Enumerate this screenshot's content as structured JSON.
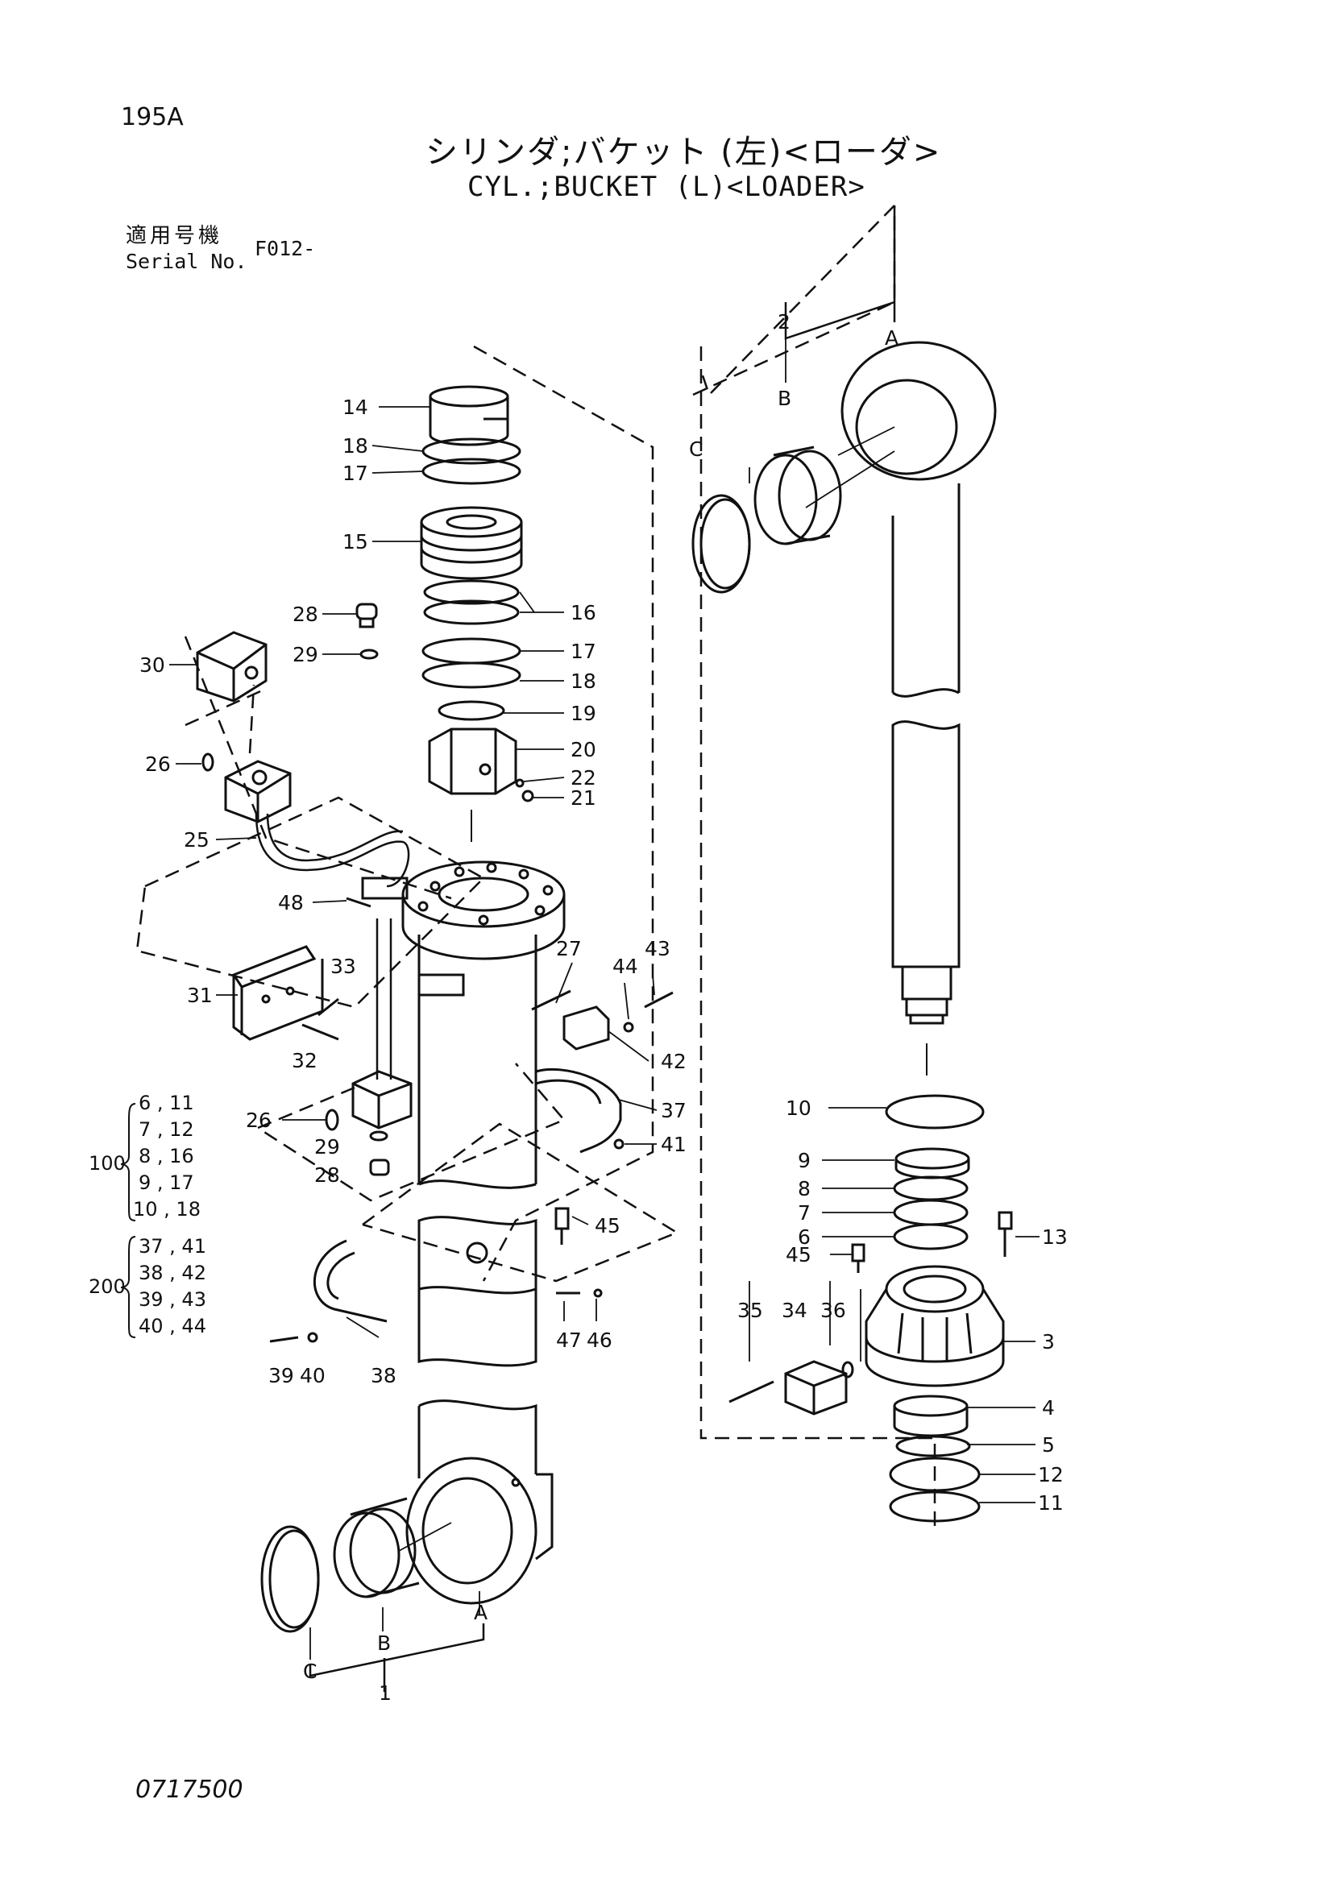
{
  "header": {
    "page_no": "195A",
    "title_jp": "シリンダ;バケット (左)<ローダ>",
    "title_en": "CYL.;BUCKET (L)<LOADER>",
    "serial_label_jp": "適用号機",
    "serial_label_en": "Serial No.",
    "serial_value": "F012-"
  },
  "footer": {
    "drawing_no": "0717500"
  },
  "callouts": [
    "14",
    "18",
    "17",
    "15",
    "16",
    "17",
    "18",
    "19",
    "20",
    "22",
    "21",
    "28",
    "29",
    "30",
    "26",
    "25",
    "48",
    "33",
    "31",
    "32",
    "27",
    "44",
    "43",
    "42",
    "37",
    "41",
    "26",
    "29",
    "28",
    "45",
    "47",
    "46",
    "39",
    "40",
    "38",
    "2",
    "A",
    "B",
    "C",
    "10",
    "9",
    "8",
    "7",
    "6",
    "45",
    "13",
    "35",
    "34",
    "36",
    "3",
    "4",
    "5",
    "12",
    "11",
    "A",
    "B",
    "C",
    "1"
  ],
  "kits": {
    "kit_100": {
      "number": "100",
      "rows": [
        "6 , 11",
        "7 , 12",
        "8 , 16",
        "9 , 17",
        "10 , 18"
      ]
    },
    "kit_200": {
      "number": "200",
      "rows": [
        "37 , 41",
        "38 , 42",
        "39 , 43",
        "40 , 44"
      ]
    }
  }
}
